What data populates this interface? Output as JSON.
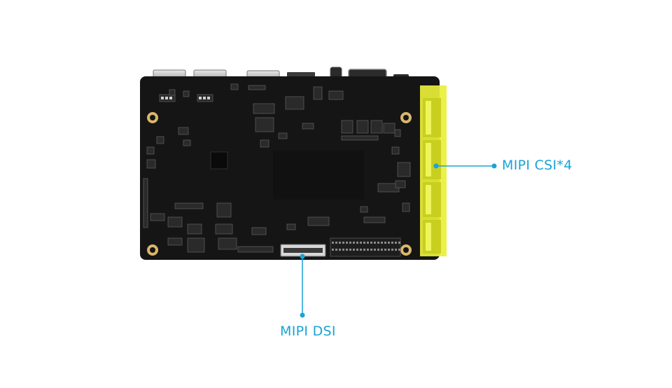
{
  "colors": {
    "background": "#ffffff",
    "board": "#151515",
    "accent": "#1aa3d6",
    "highlight": "#e9f03a",
    "mounting_hole": "#d9b66a"
  },
  "callouts": [
    {
      "id": "csi",
      "text": "MIPI CSI*4"
    },
    {
      "id": "dsi",
      "text": "MIPI DSI"
    }
  ]
}
